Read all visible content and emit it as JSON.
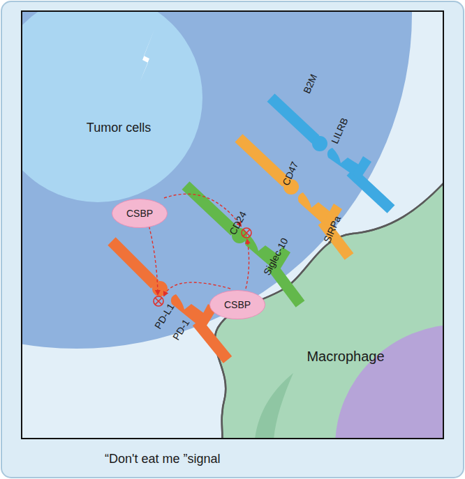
{
  "diagram": {
    "caption": "“Don't eat me ”signal",
    "nodes": [
      {
        "text": [
          "Tumor cells"
        ]
      },
      {
        "text": [
          "Macrophage"
        ]
      },
      {
        "text": [
          "CSBP"
        ]
      },
      {
        "text": [
          "CSBP"
        ]
      }
    ],
    "labels": [
      "PD-L1",
      "PD-1",
      "CD24",
      "Siglec-10",
      "CD47",
      "SIRPa",
      "B2M",
      "LILRB"
    ]
  }
}
